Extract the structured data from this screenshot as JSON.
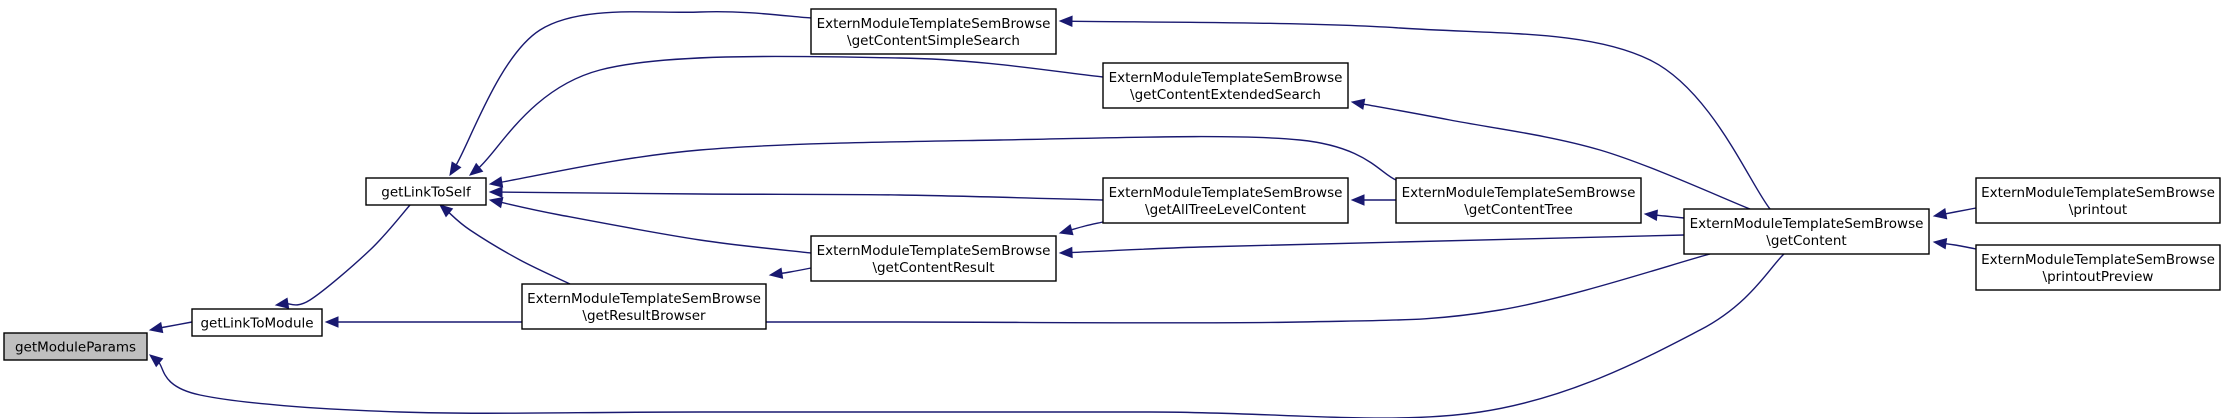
{
  "graph": {
    "nodes": [
      {
        "id": "getModuleParams",
        "lines": [
          "getModuleParams"
        ],
        "highlight": true
      },
      {
        "id": "getLinkToModule",
        "lines": [
          "getLinkToModule"
        ]
      },
      {
        "id": "getLinkToSelf",
        "lines": [
          "getLinkToSelf"
        ]
      },
      {
        "id": "getResultBrowser",
        "lines": [
          "ExternModuleTemplateSemBrowse",
          "\\getResultBrowser"
        ]
      },
      {
        "id": "getContentSimpleSearch",
        "lines": [
          "ExternModuleTemplateSemBrowse",
          "\\getContentSimpleSearch"
        ]
      },
      {
        "id": "getContentResult",
        "lines": [
          "ExternModuleTemplateSemBrowse",
          "\\getContentResult"
        ]
      },
      {
        "id": "getContentExtendedSearch",
        "lines": [
          "ExternModuleTemplateSemBrowse",
          "\\getContentExtendedSearch"
        ]
      },
      {
        "id": "getAllTreeLevelContent",
        "lines": [
          "ExternModuleTemplateSemBrowse",
          "\\getAllTreeLevelContent"
        ]
      },
      {
        "id": "getContentTree",
        "lines": [
          "ExternModuleTemplateSemBrowse",
          "\\getContentTree"
        ]
      },
      {
        "id": "getContent",
        "lines": [
          "ExternModuleTemplateSemBrowse",
          "\\getContent"
        ]
      },
      {
        "id": "printout",
        "lines": [
          "ExternModuleTemplateSemBrowse",
          "\\printout"
        ]
      },
      {
        "id": "printoutPreview",
        "lines": [
          "ExternModuleTemplateSemBrowse",
          "\\printoutPreview"
        ]
      }
    ],
    "edges": [
      {
        "from": "getLinkToModule",
        "to": "getModuleParams"
      },
      {
        "from": "getContent",
        "to": "getModuleParams"
      },
      {
        "from": "getLinkToSelf",
        "to": "getLinkToModule"
      },
      {
        "from": "getContent",
        "to": "getLinkToModule"
      },
      {
        "from": "getContentSimpleSearch",
        "to": "getLinkToSelf"
      },
      {
        "from": "getContentExtendedSearch",
        "to": "getLinkToSelf"
      },
      {
        "from": "getContentTree",
        "to": "getLinkToSelf"
      },
      {
        "from": "getAllTreeLevelContent",
        "to": "getLinkToSelf"
      },
      {
        "from": "getContentResult",
        "to": "getLinkToSelf"
      },
      {
        "from": "getResultBrowser",
        "to": "getLinkToSelf"
      },
      {
        "from": "getContentResult",
        "to": "getResultBrowser"
      },
      {
        "from": "getAllTreeLevelContent",
        "to": "getContentResult"
      },
      {
        "from": "getContent",
        "to": "getContentResult"
      },
      {
        "from": "getContentTree",
        "to": "getAllTreeLevelContent"
      },
      {
        "from": "getContent",
        "to": "getContentTree"
      },
      {
        "from": "getContent",
        "to": "getContentSimpleSearch"
      },
      {
        "from": "getContent",
        "to": "getContentExtendedSearch"
      },
      {
        "from": "printout",
        "to": "getContent"
      },
      {
        "from": "printoutPreview",
        "to": "getContent"
      }
    ]
  }
}
